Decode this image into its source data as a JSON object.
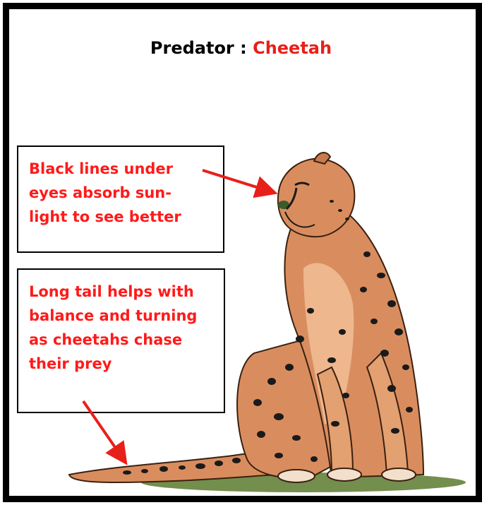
{
  "title": {
    "prefix": "Predator : ",
    "highlight": "Cheetah"
  },
  "callouts": [
    {
      "text": "Black lines under\neyes absorb sun-\nlight to see better"
    },
    {
      "text": "Long tail helps with\nbalance and turning\nas cheetahs chase\ntheir prey"
    }
  ],
  "colors": {
    "frame": "#000000",
    "accent": "#e8201a",
    "callout_text": "#ff1a1a",
    "arrow": "#e8201a",
    "fur": "#d98d5e",
    "fur_light": "#f2c29a",
    "spots": "#1a1a1a",
    "ground": "#5a7a2e"
  }
}
